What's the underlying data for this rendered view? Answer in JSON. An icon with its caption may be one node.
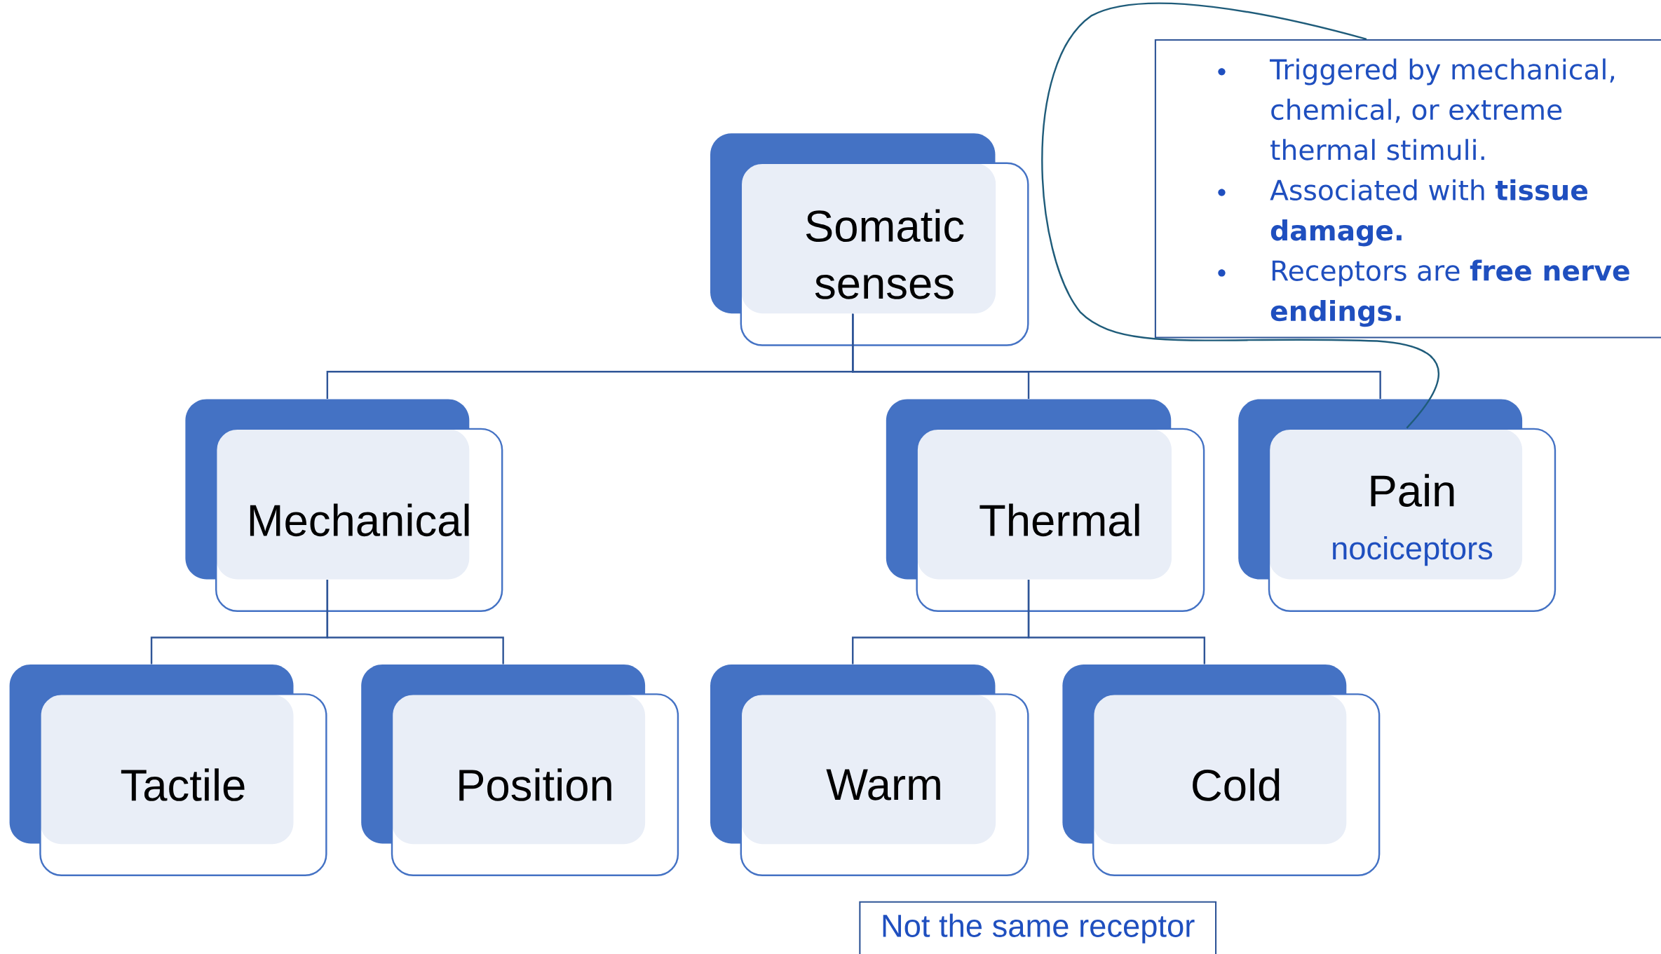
{
  "diagram": {
    "nodes": [
      {
        "text": [
          "Somatic senses"
        ]
      },
      {
        "text": [
          "Mechanical"
        ]
      },
      {
        "text": [
          "Thermal"
        ]
      },
      {
        "text": [
          "Pain",
          "nociceptors"
        ]
      },
      {
        "text": [
          "Tactile"
        ]
      },
      {
        "text": [
          "Position"
        ]
      },
      {
        "text": [
          "Warm"
        ]
      },
      {
        "text": [
          "Cold"
        ]
      },
      {
        "text": [
          "Triggered by mechanical, chemical, or extreme thermal stimuli.",
          "Associated with **tissue damage.**",
          "Receptors are **free nerve endings.**"
        ]
      },
      {
        "text": [
          "Not the same receptor"
        ]
      }
    ],
    "edges": [
      {
        "from": 0,
        "to": 1,
        "arrow": "none"
      },
      {
        "from": 0,
        "to": 2,
        "arrow": "none"
      },
      {
        "from": 0,
        "to": 3,
        "arrow": "none"
      },
      {
        "from": 1,
        "to": 4,
        "arrow": "none"
      },
      {
        "from": 1,
        "to": 5,
        "arrow": "none"
      },
      {
        "from": 2,
        "to": 6,
        "arrow": "none"
      },
      {
        "from": 2,
        "to": 7,
        "arrow": "none"
      },
      {
        "from": 8,
        "to": 3,
        "arrow": "none",
        "color": "#1f5c7a"
      }
    ]
  }
}
